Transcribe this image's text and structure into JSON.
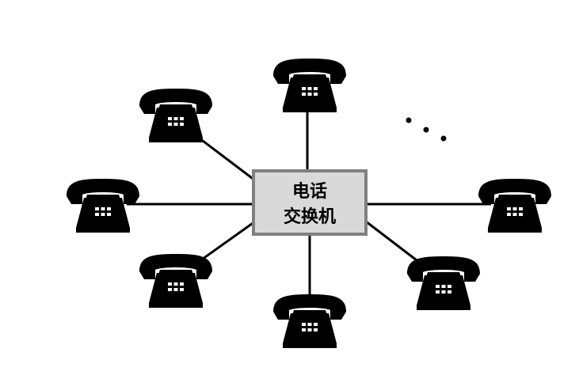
{
  "switchboard": {
    "line1": "电话",
    "line2": "交换机"
  },
  "telephones": [
    {
      "id": "top"
    },
    {
      "id": "upper-left"
    },
    {
      "id": "left"
    },
    {
      "id": "lower-left"
    },
    {
      "id": "bottom"
    },
    {
      "id": "lower-right"
    },
    {
      "id": "right"
    }
  ],
  "icons": {
    "telephone": "telephone-icon",
    "ellipsis": "ellipsis-dots"
  },
  "colors": {
    "switch_fill": "#d9d9d9",
    "switch_border": "#808080",
    "line": "#000000",
    "phone": "#000000"
  }
}
